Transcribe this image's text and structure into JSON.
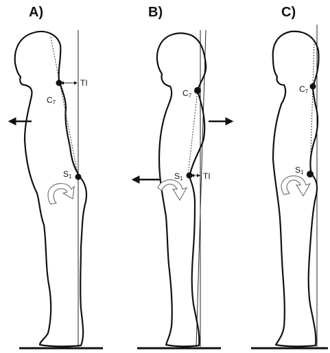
{
  "panels": [
    {
      "label": "A)",
      "c7": "C7",
      "s1": "S1",
      "ti_label": "TI"
    },
    {
      "label": "B)",
      "c7": "C7",
      "s1": "S1",
      "ti_label": "TI"
    },
    {
      "label": "C)",
      "c7": "C7",
      "s1": "S1"
    }
  ],
  "colors": {
    "ink": "#111111",
    "background": "#ffffff",
    "rotation_arrow": "#777777"
  }
}
